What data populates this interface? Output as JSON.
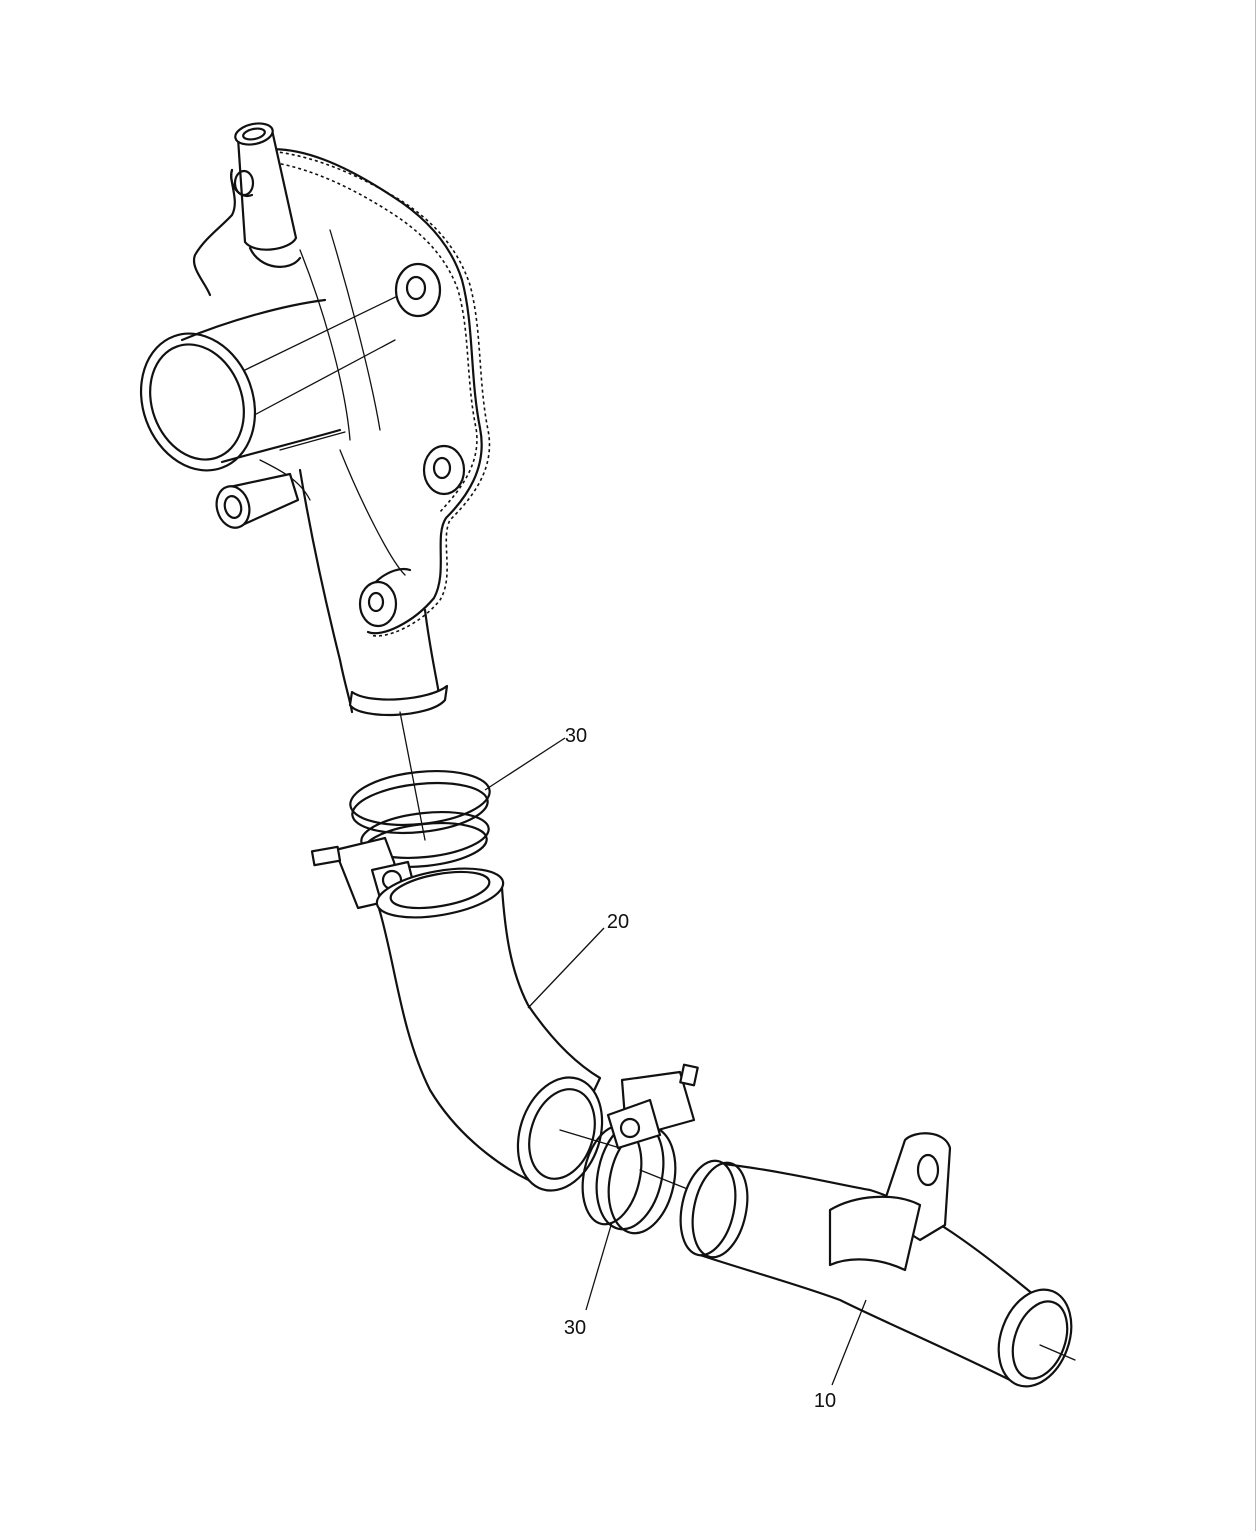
{
  "callouts": [
    {
      "id": "clamp_upper",
      "label": "30"
    },
    {
      "id": "hose",
      "label": "20"
    },
    {
      "id": "clamp_lower",
      "label": "30"
    },
    {
      "id": "pipe",
      "label": "10"
    }
  ]
}
